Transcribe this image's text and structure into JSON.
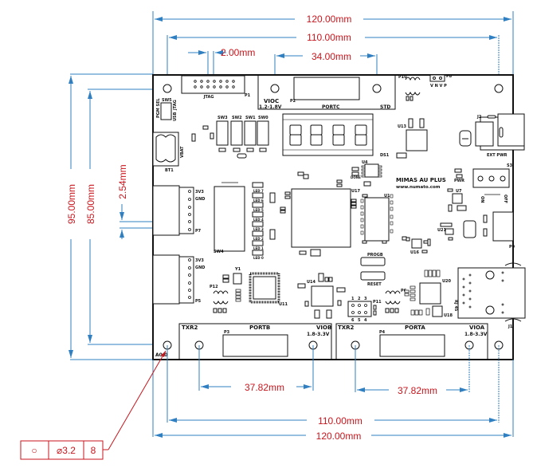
{
  "title": "MIMAS AU PLUS board mechanical drawing",
  "colors": {
    "dimension_line": "#2f7fc1",
    "dimension_text": "#c8161d",
    "board_outline": "#111111"
  },
  "dimensions": {
    "overall_width": "120.00mm",
    "hole_width": "110.00mm",
    "jtag_pitch": "2.00mm",
    "portc_holes": "34.00mm",
    "overall_height": "95.00mm",
    "hole_height": "85.00mm",
    "header_pitch": "2.54mm",
    "portb_holes": "37.82mm",
    "porta_holes": "37.82mm",
    "bottom_hole_width": "110.00mm",
    "bottom_overall_width": "120.00mm"
  },
  "feature_control_frame": {
    "symbol": "○",
    "diameter": "⌀3.2",
    "count": "8"
  },
  "board": {
    "name": "MIMAS AU PLUS",
    "url": "www.numato.com",
    "labels": {
      "jtag": "JTAG",
      "p1": "P1",
      "vioc": "VIOC",
      "vioc_range": "1.2-1.8V",
      "portc": "PORTC",
      "p2c": "P2",
      "std": "STD",
      "p10": "P10",
      "p8": "P8",
      "vn_vp": "V N V P",
      "sw5": "SW5",
      "pgm_sel": "PGM SEL",
      "usb": "USB",
      "jtag_small": "JTAG",
      "sw3": "SW3",
      "sw2": "SW2",
      "sw1": "SW1",
      "sw0": "SW0",
      "ds1": "DS1",
      "u13": "U13",
      "vbat": "VBAT",
      "bt1": "BT1",
      "j2": "J2",
      "ext_pwr": "EXT PWR",
      "s3": "S3",
      "on": "ON",
      "off": "OFF",
      "pwr": "PWR",
      "u4": "U4",
      "done": "DONE",
      "u17": "U17",
      "u1": "U1",
      "u7": "U7",
      "u21": "U21",
      "p9": "P9",
      "p7_3v3": "3V3",
      "p7_gnd": "GND",
      "p7": "P7",
      "p5_3v3": "3V3",
      "p5_gnd": "GND",
      "p5": "P5",
      "sw4": "SW4",
      "y1": "Y1",
      "p12": "P12",
      "u11": "U11",
      "u14": "U14",
      "progb": "PROGB",
      "reset": "RESET",
      "u16": "U16",
      "u20": "U20",
      "u18": "U18",
      "rj45": "RJ 45",
      "j1": "J1",
      "p11": "P11",
      "p6": "P6",
      "pins_top": [
        "1",
        "2",
        "3"
      ],
      "pins_bottom": [
        "6",
        "5",
        "4"
      ],
      "leds": [
        "LED 7",
        "LED 6",
        "LED 5",
        "LED 4",
        "LED 3",
        "LED 2",
        "LED 1",
        "LED 0"
      ],
      "txr2_b": "TXR2",
      "portb": "PORTB",
      "p3": "P3",
      "viob": "VIOB",
      "viob_range": "1.8-3.3V",
      "txr2_a": "TXR2",
      "porta": "PORTA",
      "p4": "P4",
      "vioa": "VIOA",
      "vioa_range": "1.8-3.3V",
      "datum": "A0.0"
    }
  }
}
